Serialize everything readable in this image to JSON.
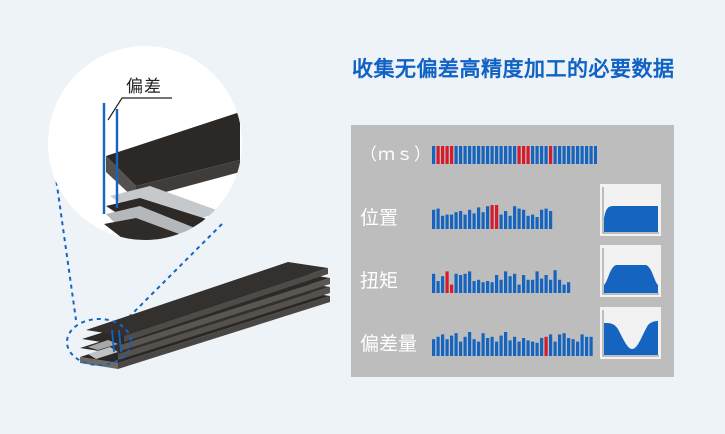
{
  "title": "收集无偏差高精度加工的必要数据",
  "callout_label": "偏差",
  "colors": {
    "title": "#1062c4",
    "bar_normal": "#1565c0",
    "bar_highlight": "#d81b2a",
    "panel_bg": "#bdbdbd",
    "plate": "#2d2a27",
    "dashed_line": "#1565c0"
  },
  "rows": [
    {
      "label": "（ｍｓ）",
      "heights": [
        1,
        1,
        1,
        1,
        1,
        1,
        1,
        1,
        1,
        1,
        1,
        1,
        1,
        1,
        1,
        1,
        1,
        1,
        1,
        1,
        1,
        1,
        1,
        1,
        1,
        1,
        1,
        1,
        1,
        1,
        1,
        1,
        1,
        1,
        1,
        1,
        1
      ],
      "highlight": [
        1,
        2,
        3,
        4,
        19,
        20,
        21,
        26
      ],
      "has_chart": false
    },
    {
      "label": "位置",
      "heights": [
        0.8,
        0.85,
        0.55,
        0.6,
        0.6,
        0.7,
        0.75,
        0.6,
        0.8,
        0.65,
        0.9,
        0.7,
        0.95,
        1.0,
        1.0,
        0.6,
        0.75,
        0.55,
        0.95,
        0.85,
        0.8,
        0.55,
        0.6,
        0.5,
        0.8,
        0.85,
        0.75
      ],
      "highlight": [
        13,
        14
      ],
      "has_chart": true,
      "chart_shape": "plateau"
    },
    {
      "label": "扭矩",
      "heights": [
        0.8,
        0.5,
        0.7,
        0.9,
        0.35,
        0.8,
        0.75,
        0.8,
        0.9,
        0.5,
        0.55,
        0.45,
        0.5,
        0.45,
        0.75,
        0.55,
        0.9,
        0.7,
        0.8,
        0.35,
        0.75,
        0.55,
        0.55,
        0.9,
        0.6,
        0.75,
        0.55,
        0.95,
        0.55,
        0.35,
        0.45
      ],
      "highlight": [
        3,
        4
      ],
      "has_chart": true,
      "chart_shape": "trapezoid"
    },
    {
      "label": "偏差量",
      "heights": [
        0.7,
        0.8,
        0.9,
        0.7,
        0.85,
        0.95,
        0.6,
        0.8,
        1.0,
        0.7,
        0.6,
        0.95,
        0.75,
        0.8,
        0.6,
        0.85,
        1.0,
        0.65,
        0.8,
        0.6,
        0.75,
        0.65,
        0.6,
        0.55,
        0.75,
        0.8,
        0.9,
        0.6,
        0.9,
        0.95,
        0.75,
        0.7,
        0.6,
        0.9,
        0.8,
        0.8
      ],
      "highlight": [
        25
      ],
      "has_chart": true,
      "chart_shape": "valley"
    }
  ]
}
